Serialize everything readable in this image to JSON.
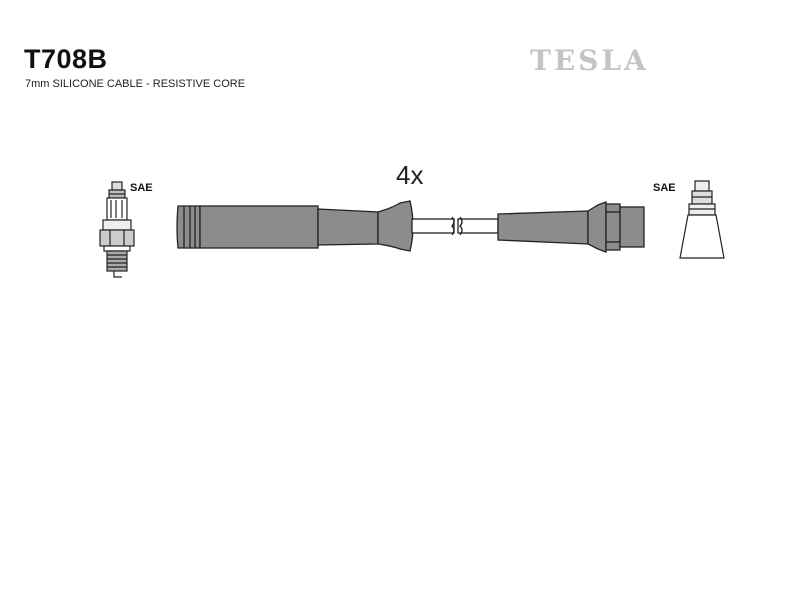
{
  "header": {
    "part_number": "T708B",
    "description": "7mm SILICONE CABLE - RESISTIVE CORE",
    "brand": "TESLA"
  },
  "diagram": {
    "quantity_label": "4x",
    "left_connector_label": "SAE",
    "right_connector_label": "SAE"
  },
  "colors": {
    "cable_fill": "#8c8c8c",
    "outline": "#222222",
    "brand_gray": "#c4c4c4"
  }
}
